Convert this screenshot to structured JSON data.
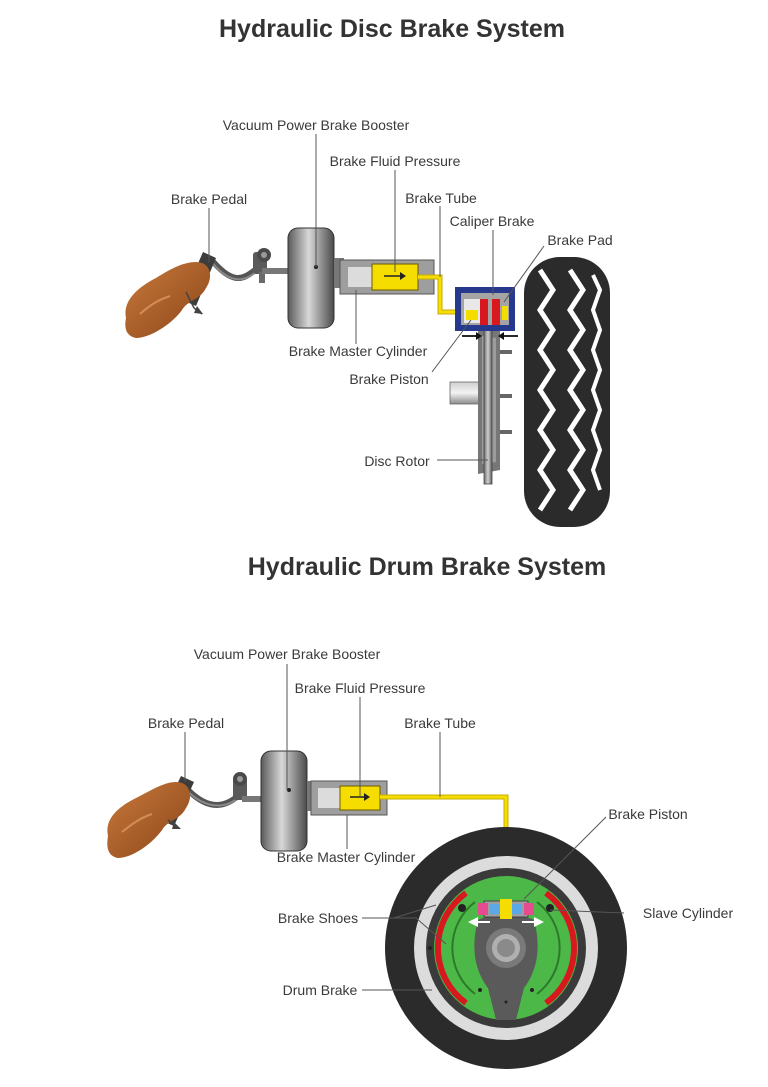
{
  "disc": {
    "title": "Hydraulic Disc Brake System",
    "labels": {
      "vacuum_booster": "Vacuum Power Brake Booster",
      "fluid_pressure": "Brake Fluid Pressure",
      "brake_pedal": "Brake Pedal",
      "brake_tube": "Brake Tube",
      "caliper_brake": "Caliper Brake",
      "brake_pad": "Brake Pad",
      "master_cylinder": "Brake Master Cylinder",
      "brake_piston": "Brake Piston",
      "disc_rotor": "Disc Rotor"
    }
  },
  "drum": {
    "title": "Hydraulic Drum Brake System",
    "labels": {
      "vacuum_booster": "Vacuum Power Brake Booster",
      "fluid_pressure": "Brake Fluid Pressure",
      "brake_pedal": "Brake Pedal",
      "brake_tube": "Brake Tube",
      "brake_piston": "Brake Piston",
      "master_cylinder": "Brake Master Cylinder",
      "slave_cylinder": "Slave Cylinder",
      "brake_shoes": "Brake Shoes",
      "drum_brake": "Drum Brake"
    }
  },
  "colors": {
    "fluid": "#f5dd00",
    "pedal": "#b5642a",
    "caliper": "#27398d",
    "drum_green": "#4cb847",
    "shoe_red": "#d7191f",
    "piston_pink": "#e54b8e",
    "tire": "#2b2b2b"
  }
}
